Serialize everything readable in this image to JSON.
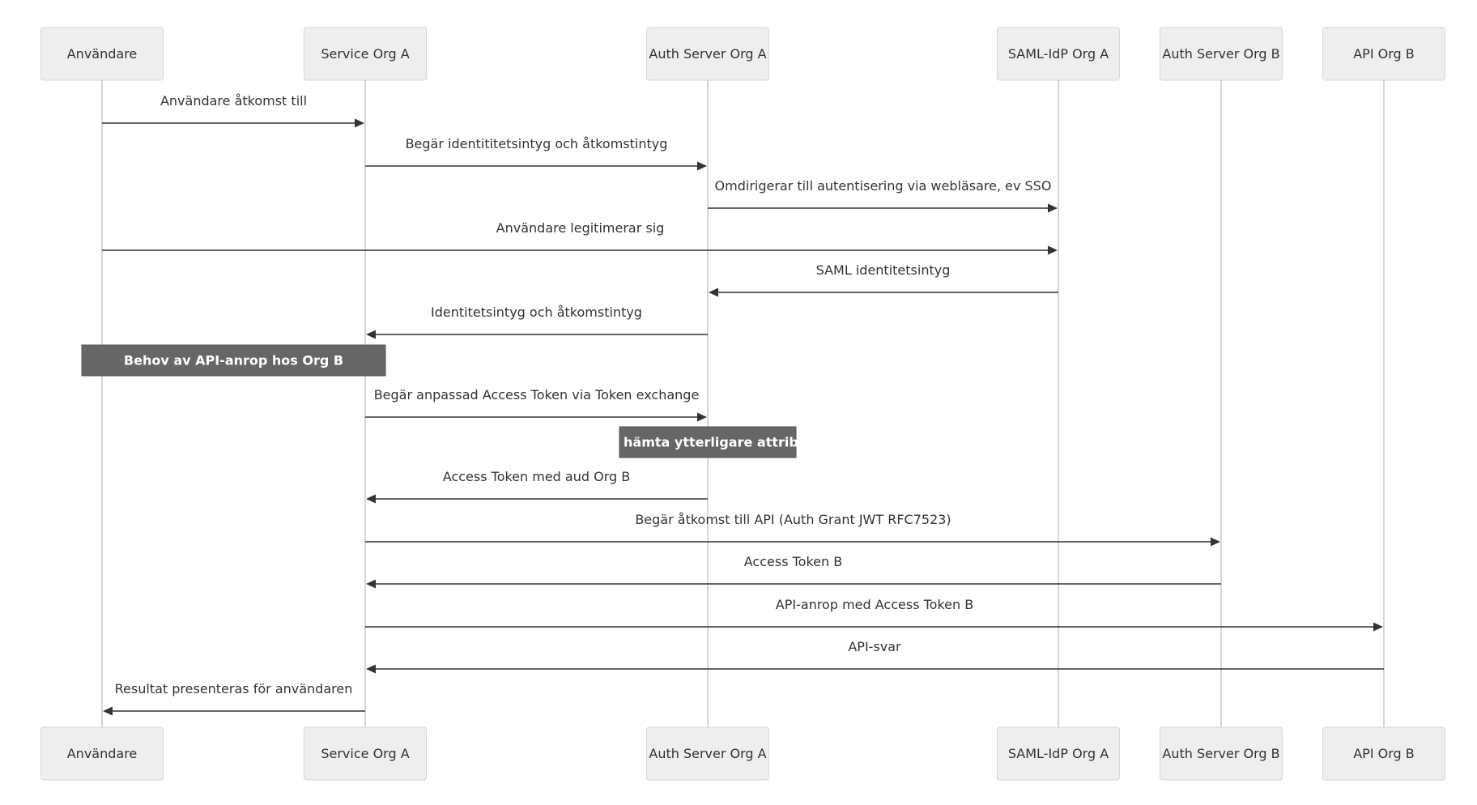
{
  "participants": [
    {
      "id": "user",
      "label": "Användare"
    },
    {
      "id": "svcA",
      "label": "Service Org A"
    },
    {
      "id": "authA",
      "label": "Auth Server Org A"
    },
    {
      "id": "idpA",
      "label": "SAML-IdP Org A"
    },
    {
      "id": "authB",
      "label": "Auth Server Org B"
    },
    {
      "id": "apiB",
      "label": "API Org B"
    }
  ],
  "steps": [
    {
      "kind": "message",
      "from": "user",
      "to": "svcA",
      "text": "Användare åtkomst till"
    },
    {
      "kind": "message",
      "from": "svcA",
      "to": "authA",
      "text": "Begär identititetsintyg och åtkomstintyg"
    },
    {
      "kind": "message",
      "from": "authA",
      "to": "idpA",
      "text": "Omdirigerar till autentisering via webläsare, ev SSO"
    },
    {
      "kind": "message",
      "from": "user",
      "to": "idpA",
      "text": "Användare legitimerar sig"
    },
    {
      "kind": "message",
      "from": "idpA",
      "to": "authA",
      "text": "SAML identitetsintyg"
    },
    {
      "kind": "message",
      "from": "authA",
      "to": "svcA",
      "text": "Identitetsintyg och åtkomstintyg"
    },
    {
      "kind": "note",
      "over": [
        "user",
        "svcA"
      ],
      "text": "Behov av API-anrop hos Org B"
    },
    {
      "kind": "message",
      "from": "svcA",
      "to": "authA",
      "text": "Begär anpassad Access Token via Token exchange"
    },
    {
      "kind": "note",
      "over": [
        "authA"
      ],
      "text": "Ev hämta ytterligare attribut"
    },
    {
      "kind": "message",
      "from": "authA",
      "to": "svcA",
      "text": "Access Token med aud Org B"
    },
    {
      "kind": "message",
      "from": "svcA",
      "to": "authB",
      "text": "Begär åtkomst till API (Auth Grant JWT RFC7523)"
    },
    {
      "kind": "message",
      "from": "authB",
      "to": "svcA",
      "text": "Access Token B"
    },
    {
      "kind": "message",
      "from": "svcA",
      "to": "apiB",
      "text": "API-anrop med Access Token B"
    },
    {
      "kind": "message",
      "from": "apiB",
      "to": "svcA",
      "text": "API-svar"
    },
    {
      "kind": "message",
      "from": "svcA",
      "to": "user",
      "text": "Resultat presenteras för användaren"
    }
  ]
}
